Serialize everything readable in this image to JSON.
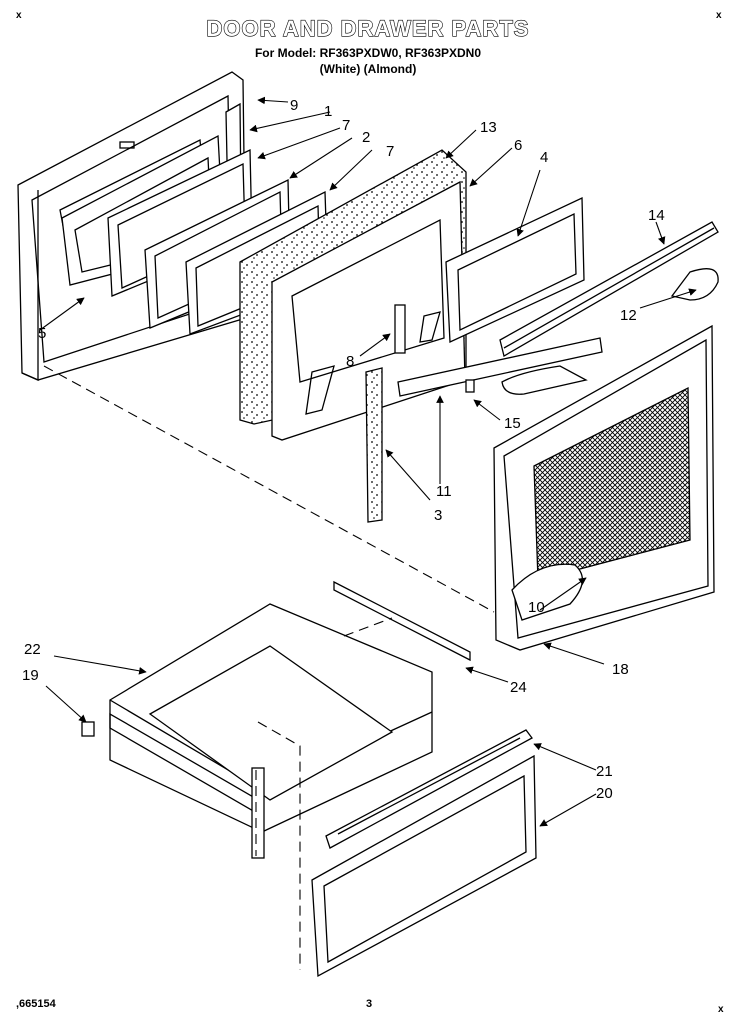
{
  "header": {
    "title": "DOOR AND DRAWER PARTS",
    "model_line": "For Model: RF363PXDW0, RF363PXDN0",
    "variant_line": "(White)    (Almond)"
  },
  "corners": {
    "mark": "x"
  },
  "footer": {
    "code": ",665154",
    "page": "3"
  },
  "callouts": [
    "9",
    "1",
    "7",
    "2",
    "7",
    "13",
    "6",
    "4",
    "14",
    "12",
    "5",
    "8",
    "15",
    "11",
    "3",
    "10",
    "18",
    "22",
    "19",
    "24",
    "21",
    "20"
  ]
}
